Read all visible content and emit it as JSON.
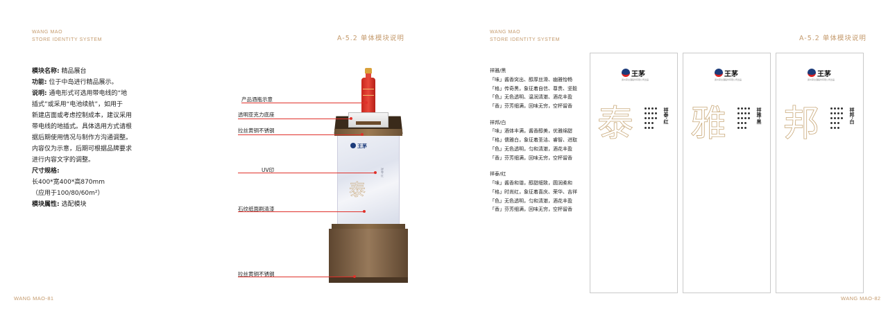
{
  "left": {
    "brand_line1": "WANG MAO",
    "brand_line2": "STORE IDENTITY SYSTEM",
    "section": "A-5.2 单体模块说明",
    "page_number": "WANG MAO-81",
    "info": {
      "name_label": "模块名称:",
      "name_value": "精品展台",
      "func_label": "功能:",
      "func_value": "位于中岛进行精品展示。",
      "desc_label": "说明:",
      "desc_lines": [
        "通电形式可选用带电线的“地",
        "插式”或采用“电池续航”，如用于",
        "新建店面或考虑控制成本，建议采用",
        "带电线的地插式。具体选用方式请根",
        "据后期使用情况与制作方沟通调整。",
        "内容仅为示意，后期可根据品牌要求",
        "进行内容文字的调整。"
      ],
      "size_label": "尺寸规格:",
      "size_value": "长400*宽400*高870mm",
      "size_note": "（应用于100/80/60m²）",
      "attr_label": "模块属性:",
      "attr_value": "选配模块"
    },
    "stand": {
      "logo_text": "王茅",
      "big_char": "泰",
      "vertical_text": "祥泰·红"
    },
    "callouts": [
      "产品酒瓶示意",
      "透明亚克力底座",
      "拉丝黄铜不锈钢",
      "UV印",
      "石纹纸面刷清漆",
      "拉丝黄铜不锈钢"
    ]
  },
  "right": {
    "brand_line1": "WANG MAO",
    "brand_line2": "STORE IDENTITY SYSTEM",
    "section": "A-5.2 单体模块说明",
    "page_number": "WANG MAO-82",
    "flavors": [
      {
        "title": "祥雅/黑",
        "lines": [
          "「味」酱香突出、醇厚丝滑、幽雅怡畅",
          "「格」传奇黑，象征着自信、尊贵、坚毅",
          "「色」无色透明、温润清澈、酒花丰盈",
          "「香」芬芳细满，回味无穷，空杯留香"
        ]
      },
      {
        "title": "祥邦/白",
        "lines": [
          "「味」酒体丰满，酱香醇美，优雅绵甜",
          "「格」儒雅白，象征着圣洁、睿智、进取",
          "「色」无色透明，匀和清澈，酒花丰盈",
          "「香」芬芳细满，回味无穷，空杯留香"
        ]
      },
      {
        "title": "祥泰/红",
        "lines": [
          "「味」酱香和谐，醇甜细致，圆润柔和",
          "「格」时尚红，象征着喜庆、荣华、吉祥",
          "「色」无色透明，匀和清澈，酒花丰盈",
          "「香」芬芳细满，回味无穷，空杯留香"
        ]
      }
    ],
    "panels": [
      {
        "logo": "王茅",
        "char": "泰",
        "name": "祥泰·红"
      },
      {
        "logo": "王茅",
        "char": "雅",
        "name": "祥雅·黑"
      },
      {
        "logo": "王茅",
        "char": "邦",
        "name": "祥邦·白"
      }
    ],
    "panel_logo_sub": "贵州茅台酒股份有限公司出品"
  },
  "colors": {
    "accent": "#c49a6c",
    "leader": "#e0302a",
    "brand_blue": "#1c3b7a",
    "bottle_red": "#e0473a"
  }
}
